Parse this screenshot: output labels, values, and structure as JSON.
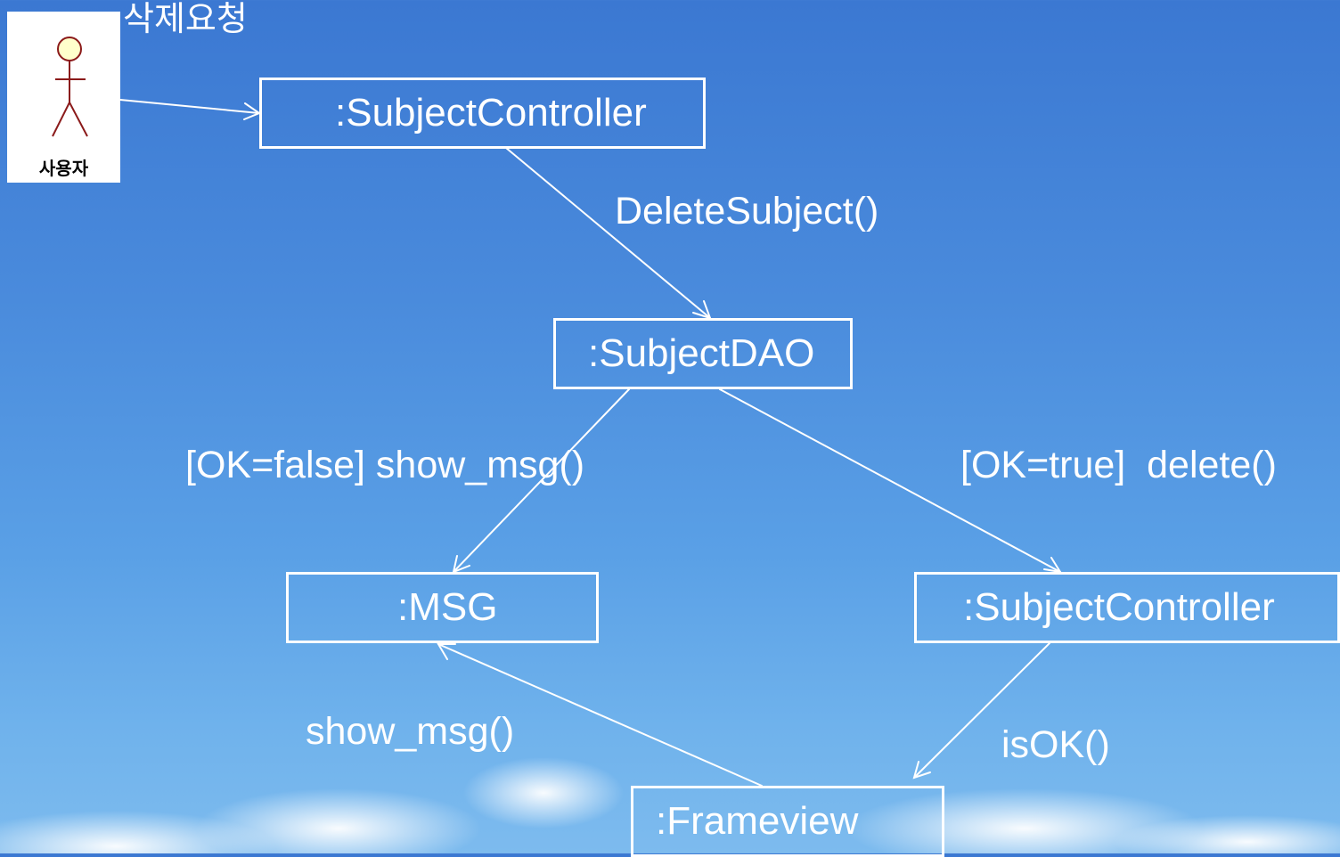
{
  "actor": {
    "label": "사용자"
  },
  "trigger_label": "삭제요청",
  "nodes": {
    "controller_top": ":SubjectController",
    "dao": ":SubjectDAO",
    "msg": ":MSG",
    "controller_right": ":SubjectController",
    "frameview": ":Frameview"
  },
  "messages": {
    "delete_subject": "DeleteSubject()",
    "ok_false": "[OK=false] show_msg()",
    "ok_true": "[OK=true]  delete()",
    "show_msg": "show_msg()",
    "is_ok": "isOK()"
  },
  "colors": {
    "line": "#ffffff",
    "actor_head": "#ffffcc",
    "actor_stroke": "#8b1a1a",
    "sky_top": "#3b78d2",
    "sky_bottom": "#7dbbee"
  }
}
